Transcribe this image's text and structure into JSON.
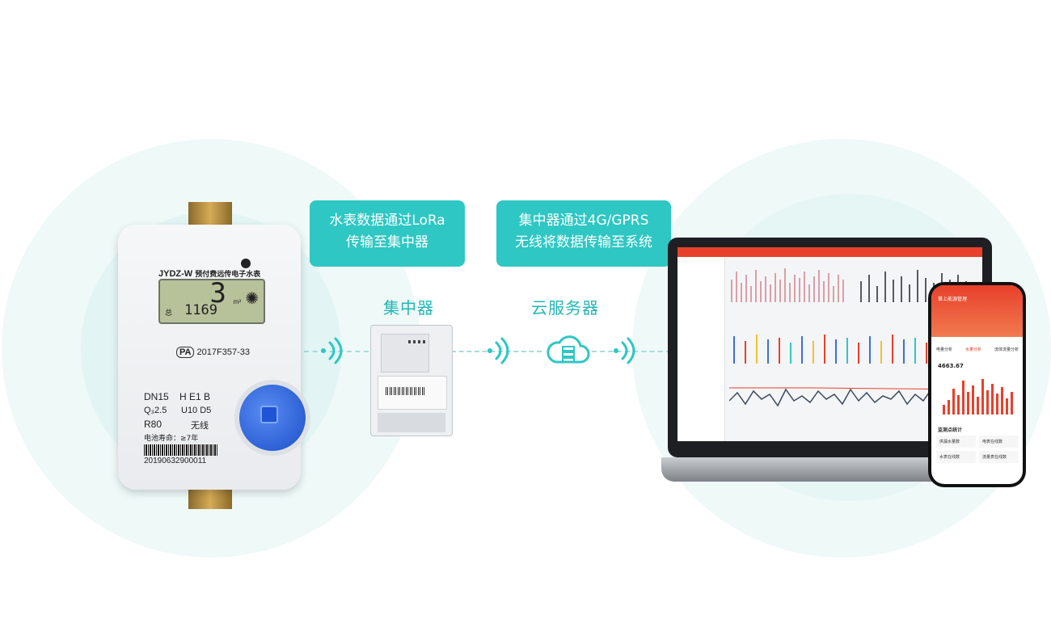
{
  "callouts": {
    "meter_to_concentrator": [
      "水表数据通过LoRa",
      "传输至集中器"
    ],
    "concentrator_to_system": [
      "集中器通过4G/GPRS",
      "无线将数据传输至系统"
    ]
  },
  "nodes": {
    "concentrator": "集中器",
    "cloud_server": "云服务器"
  },
  "meter": {
    "model": "JYDZ-W",
    "name": "预付费远传电子水表",
    "lcd_big": "3",
    "lcd_small": "1169",
    "lcd_unit": "m³",
    "lcd_total_label": "总",
    "cert": "2017F357-33",
    "cert_mark": "PA",
    "spec_dn": "DN15",
    "spec_h": "H E1 B",
    "spec_q": "Q₃2.5",
    "spec_u": "U10 D5",
    "spec_r": "R80",
    "spec_wireless": "无线",
    "battery": "电池寿命：≥7年",
    "serial": "20190632900011"
  },
  "colors": {
    "accent": "#2ec7c3",
    "title": "#22b7b5",
    "halo": "#e8f7f6",
    "dashboard_header": "#e8402b"
  },
  "phone_app": {
    "title": "掌上能源管理",
    "tabs": [
      "电量分析",
      "水量分析",
      "流体流量分析"
    ],
    "reading": "4663.67",
    "section": "监测点统计",
    "cards": [
      "供漏水量数",
      "电表在线数",
      "水表在线数",
      "流量表在线数"
    ]
  }
}
